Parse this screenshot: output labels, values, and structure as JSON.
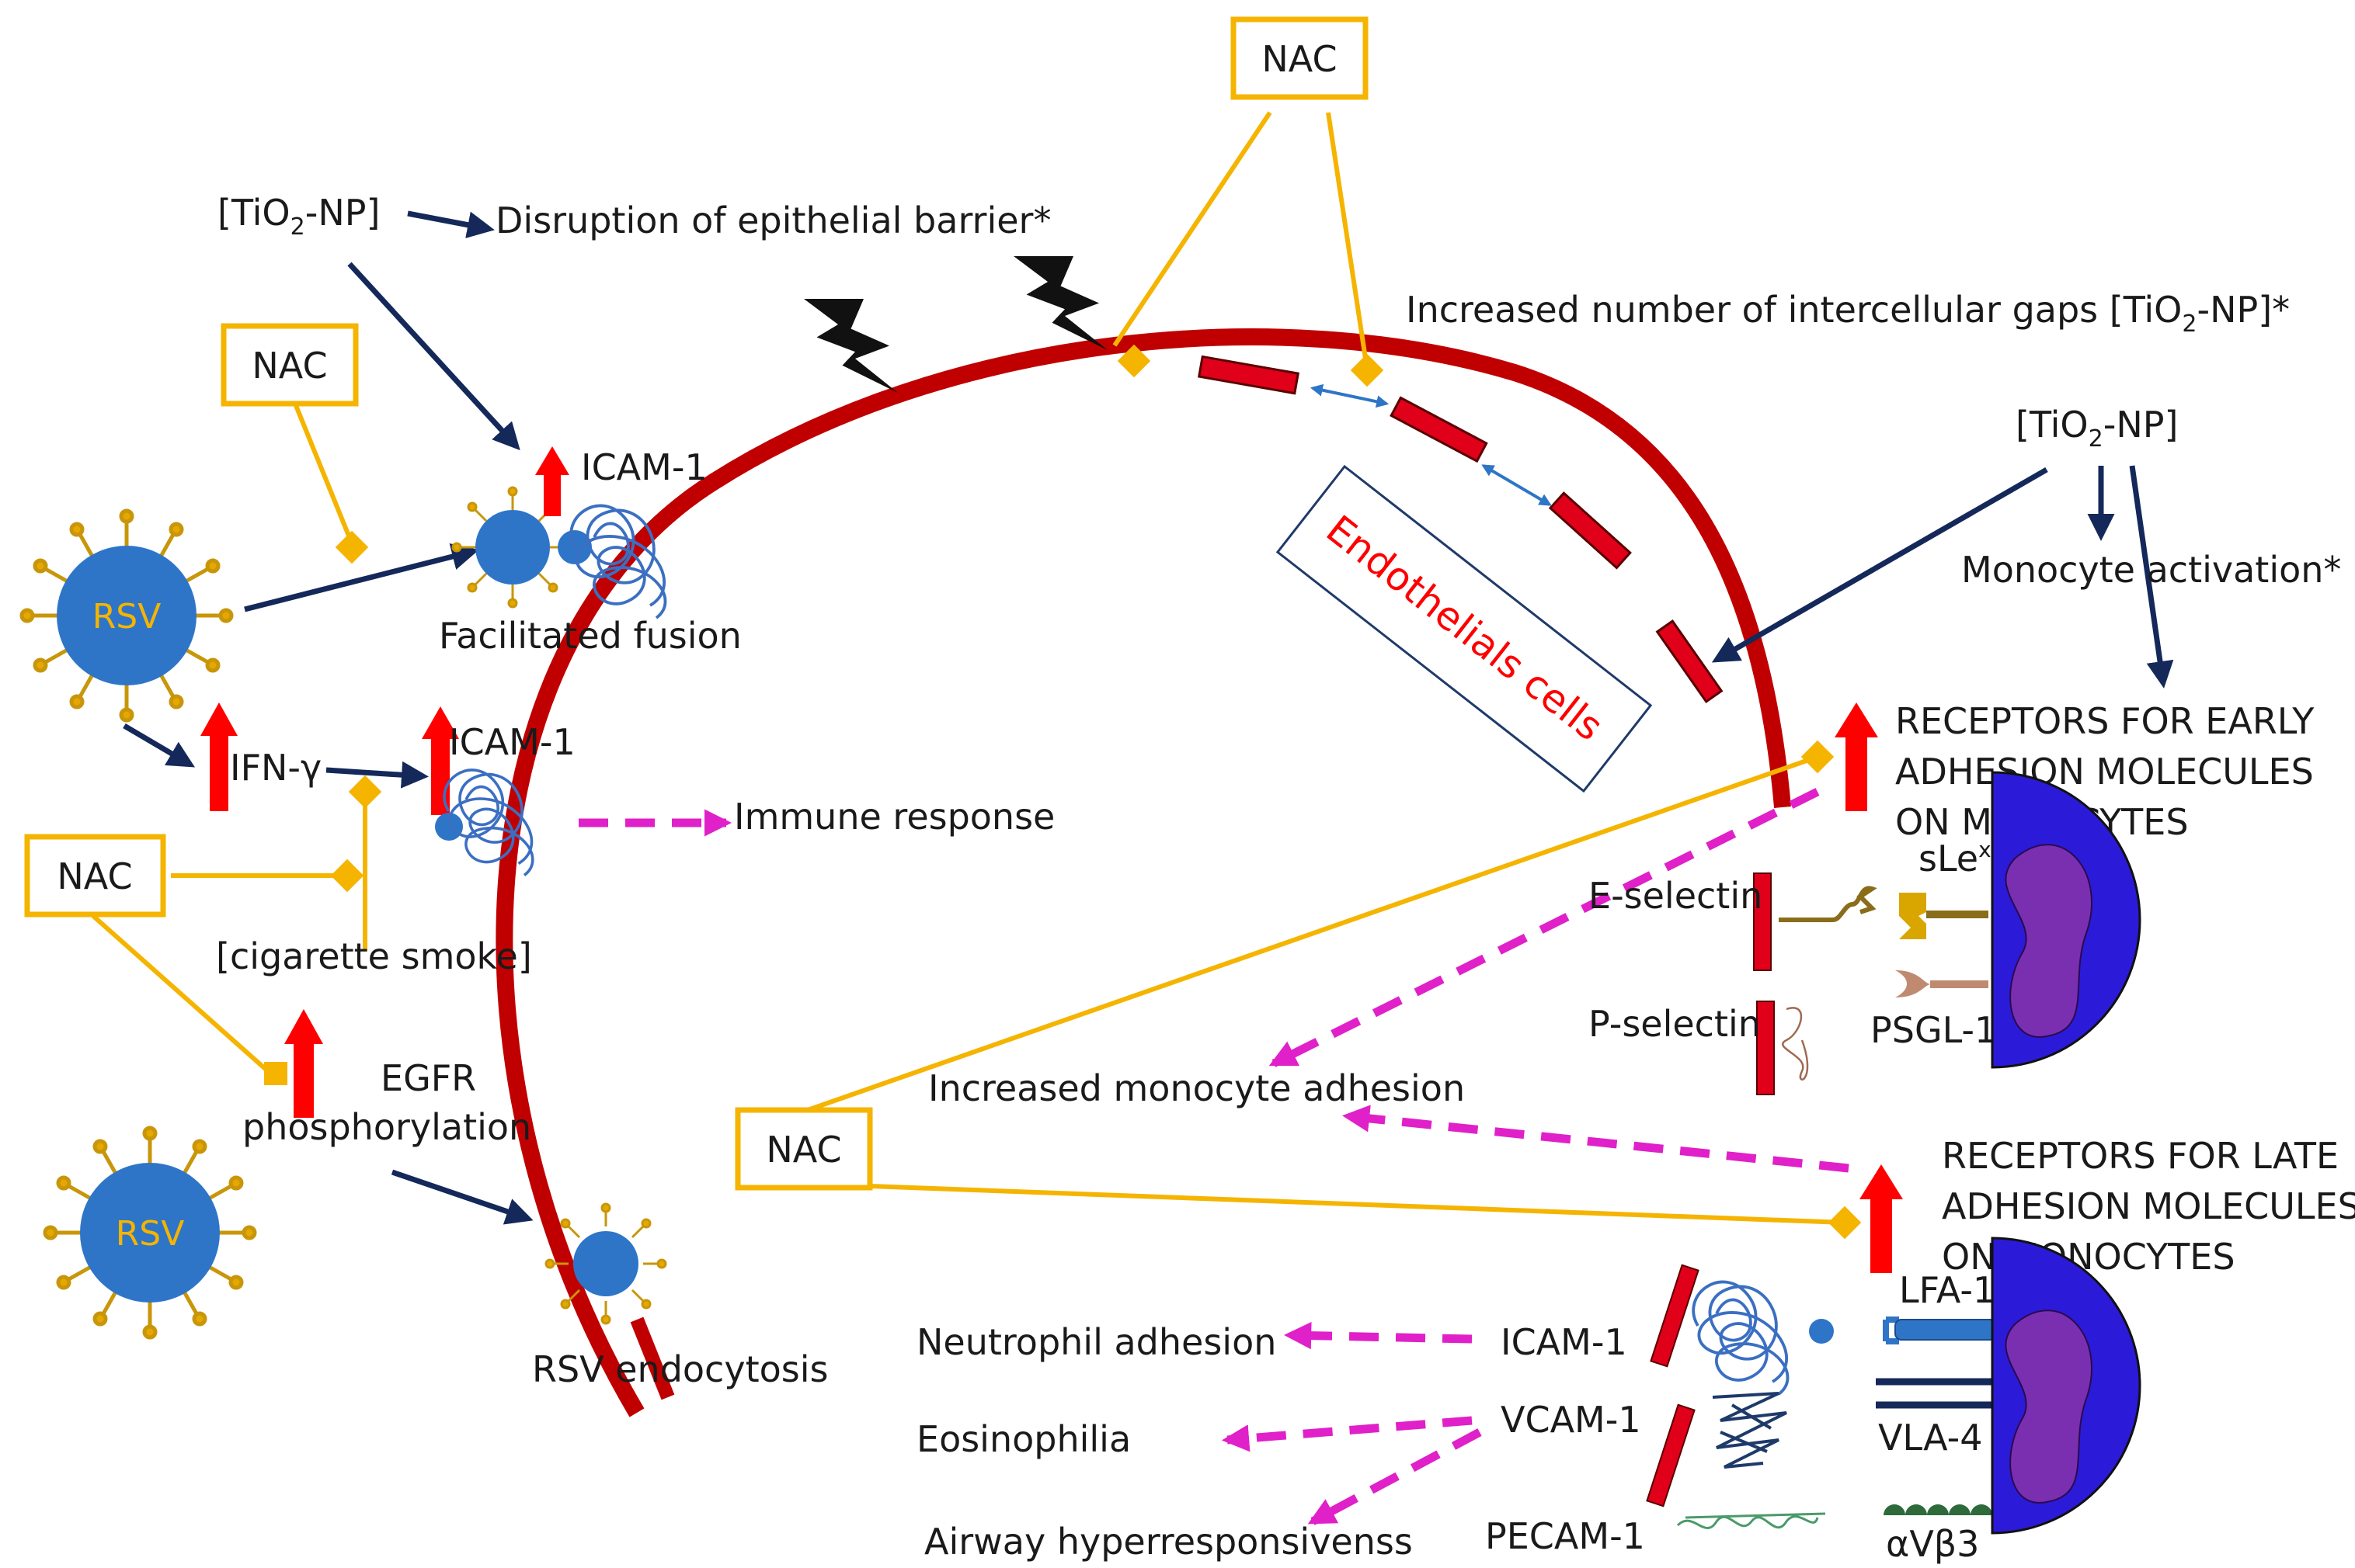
{
  "labels": {
    "tio2_np_left": "[TiO",
    "tio2_np_left_sub": "2",
    "tio2_np_left_end": "-NP]",
    "disruption": "Disruption of epithelial barrier*",
    "nac": "NAC",
    "icam1": "ICAM-1",
    "facilitated_fusion": "Facilitated    fusion",
    "rsv": "RSV",
    "ifn_gamma": "IFN-γ",
    "immune_response": "Immune   response",
    "cigarette_smoke": "[cigarette smoke]",
    "egfr_line1": "EGFR",
    "egfr_line2": "phosphorylation",
    "rsv_endocytosis": "RSV endocytosis",
    "intercellular_gaps": "Increased number of intercellular gaps [TiO",
    "intercellular_gaps_sub": "2",
    "intercellular_gaps_end": "-NP]*",
    "endothelial_cells": "Endothelials cells",
    "tio2_np_right": "[TiO",
    "tio2_np_right_sub": "2",
    "tio2_np_right_end": "-NP]",
    "monocyte_activation": "Monocyte activation*",
    "receptors_early_1": "RECEPTORS FOR EARLY",
    "receptors_early_2": "ADHESION MOLECULES",
    "receptors_early_3": "ON MONOCYTES",
    "slex": "sLe",
    "slex_sup": "x",
    "e_selectin": "E-selectin",
    "p_selectin": "P-selectin",
    "psgl1": "PSGL-1",
    "increased_monocyte_adhesion": "Increased monocyte adhesion",
    "receptors_late_1": "RECEPTORS FOR LATE",
    "receptors_late_2": "ADHESION MOLECULES",
    "receptors_late_3": "ON MONOCYTES",
    "lfa1": "LFA-1",
    "vla4": "VLA-4",
    "avb3": "αVβ3",
    "neutrophil_adhesion": "Neutrophil adhesion",
    "eosinophilia": "Eosinophilia",
    "airway_hyper": "Airway hyperresponsivenss",
    "vcam1": "VCAM-1",
    "pecam1": "PECAM-1"
  },
  "colors": {
    "membrane": "#c00000",
    "nac_yellow": "#f5b400",
    "navy_arrow": "#14285a",
    "magenta": "#e020c8",
    "red_arrow": "#ff0000",
    "virus_blue": "#2e75c8",
    "monocyte_blue": "#2b1bd8",
    "nucleus_purple": "#7a2fb0",
    "endo_box_border": "#1f3a6a",
    "lightning": "#111111"
  },
  "icons": [
    "lightning-bolt-icon",
    "rsv-virus-icon",
    "monocyte-cell-icon",
    "icam1-molecule-icon",
    "blue-double-arrow-icon"
  ]
}
